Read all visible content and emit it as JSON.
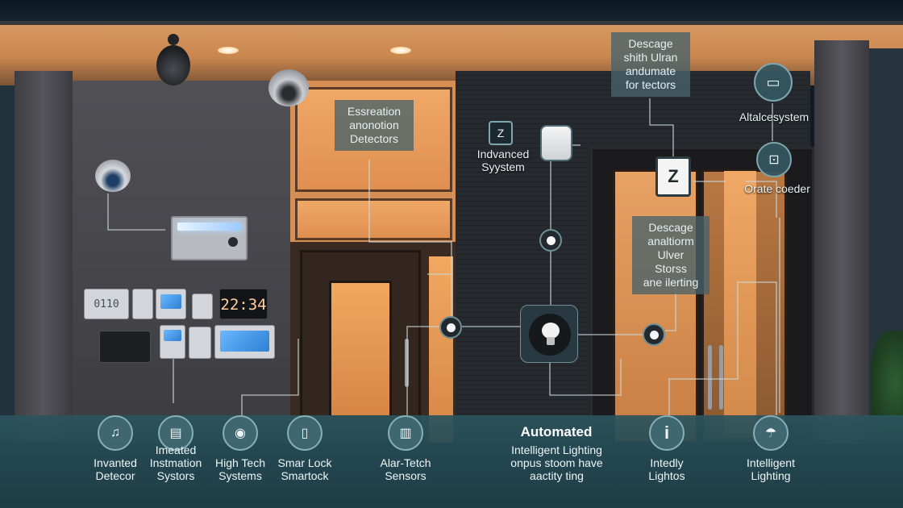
{
  "colors": {
    "overlay_teal": "#2b545e",
    "wall_orange": "#d58f55",
    "line": "#c9d8db"
  },
  "wall_panels": {
    "panel_1_text": "0110",
    "clock_time": "22:34"
  },
  "callouts": {
    "top_center_lines": [
      "Essreation",
      "anonotion",
      "Detectors"
    ],
    "top_right_lines": [
      "Descage",
      "shith Ulran",
      "andumate",
      "for tectors"
    ],
    "mid_right_lines": [
      "Descage",
      "analtiorm",
      "Ulver Storss",
      "ane ilerting"
    ],
    "advanced_system": [
      "Indvanced",
      "Syystem"
    ],
    "altalcesystem": "Altalcesystem",
    "orate_coeder": "Orate coeder"
  },
  "icons": {
    "advanced_badge_glyph": "Z",
    "zwave_glyph": "Z",
    "altalce_icon": "router-icon",
    "orate_icon": "lock-icon"
  },
  "bottom_features": [
    {
      "icon": "headset-icon",
      "glyph": "♫",
      "lines": [
        "Invanted",
        "Detecor"
      ]
    },
    {
      "icon": "panel-icon",
      "glyph": "▤",
      "lines": [
        "Imeated",
        "Instmation",
        "Systors"
      ]
    },
    {
      "icon": "camera-icon",
      "glyph": "◉",
      "lines": [
        "High Tech",
        "Systems"
      ]
    },
    {
      "icon": "smart-lock-icon",
      "glyph": "▯",
      "lines": [
        "Smar Lock",
        "Smartock"
      ]
    },
    {
      "icon": "battery-icon",
      "glyph": "▥",
      "lines": [
        "Alar-Tetch",
        "Sensors"
      ]
    },
    {
      "icon": "info-icon",
      "glyph": "i",
      "lines": [
        "Intedly",
        "Lightos"
      ]
    },
    {
      "icon": "lighting-icon",
      "glyph": "☂",
      "lines": [
        "Intelligent",
        "Lighting"
      ]
    }
  ],
  "automated": {
    "title": "Automated",
    "lines": [
      "Intelligent Lighting",
      "onpus stoom have",
      "aactity ting"
    ]
  }
}
